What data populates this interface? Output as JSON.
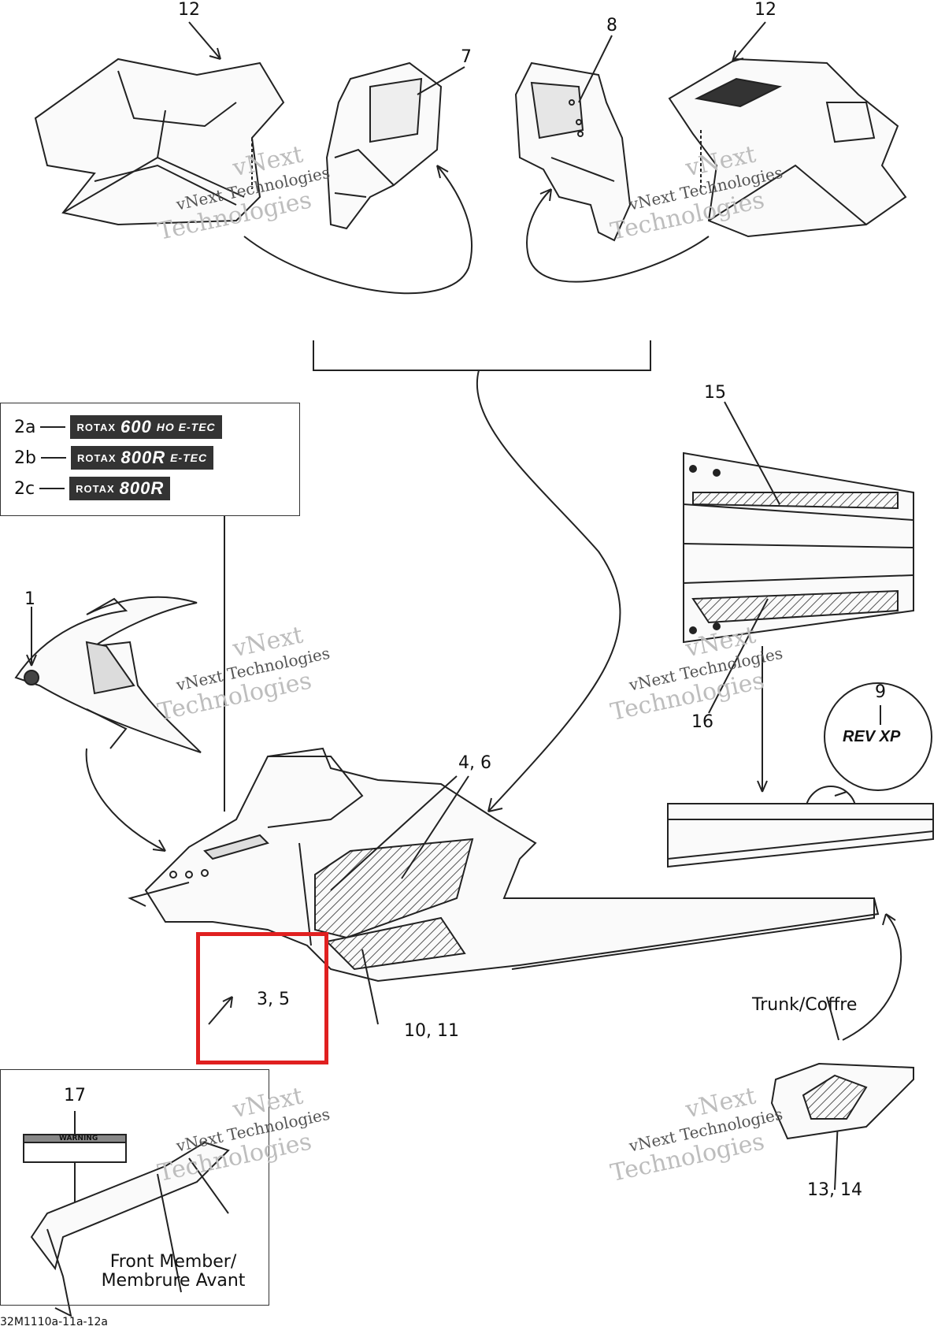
{
  "callouts": {
    "c12_left": "12",
    "c7": "7",
    "c8": "8",
    "c12_right": "12",
    "c15": "15",
    "c1": "1",
    "c16": "16",
    "c9": "9",
    "c46": "4, 6",
    "c35": "3, 5",
    "c1011": "10, 11",
    "c17": "17",
    "c1314": "13, 14"
  },
  "engine_decals": [
    {
      "label": "2a",
      "brand": "ROTAX",
      "model": "600",
      "suffix": "HO E-TEC"
    },
    {
      "label": "2b",
      "brand": "ROTAX",
      "model": "800R",
      "suffix": "E-TEC"
    },
    {
      "label": "2c",
      "brand": "ROTAX",
      "model": "800R",
      "suffix": ""
    }
  ],
  "rev_badge": "REV XP",
  "trunk_label": "Trunk/Coffre",
  "front_member_label_1": "Front Member/",
  "front_member_label_2": "Membrure Avant",
  "warning_label": "WARNING",
  "watermark": {
    "line1": "vNext",
    "line2": "vNext Technologies",
    "line3": "Technologies"
  },
  "figure_id": "32M1110a-11a-12a",
  "colors": {
    "line": "#222222",
    "highlight": "#e02020",
    "watermark": "#bdbdbd"
  }
}
